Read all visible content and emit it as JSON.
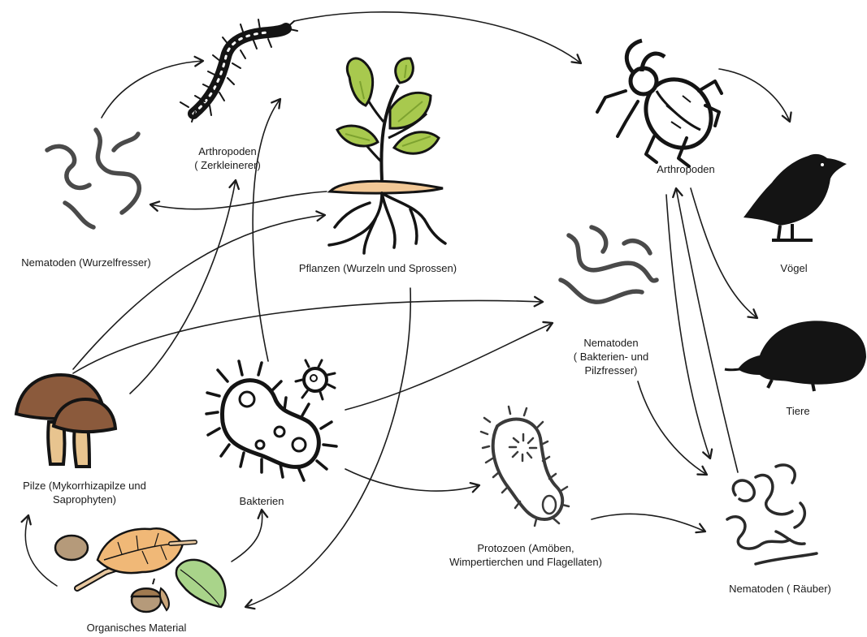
{
  "nodes": {
    "arthropods_shredders": {
      "lines": [
        "Arthropoden",
        "( Zerkleinerer)"
      ]
    },
    "nematodes_root": {
      "lines": [
        "Nematoden (Wurzelfresser)"
      ]
    },
    "plants": {
      "lines": [
        "Pflanzen (Wurzeln und Sprossen)"
      ]
    },
    "arthropods": {
      "lines": [
        "Arthropoden"
      ]
    },
    "birds": {
      "lines": [
        "Vögel"
      ]
    },
    "animals": {
      "lines": [
        "Tiere"
      ]
    },
    "nematodes_bacteria_fungi": {
      "lines": [
        "Nematoden",
        "( Bakterien- und",
        "Pilzfresser)"
      ]
    },
    "fungi": {
      "lines": [
        "Pilze (Mykorrhizapilze und",
        "Saprophyten)"
      ]
    },
    "bacteria": {
      "lines": [
        "Bakterien"
      ]
    },
    "protozoa": {
      "lines": [
        "Protozoen (Amöben,",
        "Wimpertierchen und Flagellaten)"
      ]
    },
    "nematodes_predator": {
      "lines": [
        "Nematoden ( Räuber)"
      ]
    },
    "organic_material": {
      "lines": [
        "Organisches Material"
      ]
    }
  },
  "icons": {
    "arthropods_shredders": "centipede-icon",
    "nematodes_root": "nematode-worms-icon",
    "plants": "plant-with-roots-icon",
    "arthropods": "beetle-icon",
    "birds": "bird-silhouette-icon",
    "animals": "mole-silhouette-icon",
    "nematodes_bacteria_fungi": "nematode-worms-icon",
    "fungi": "mushrooms-icon",
    "bacteria": "bacteria-icon",
    "protozoa": "protozoa-icon",
    "nematodes_predator": "nematode-worms-icon",
    "organic_material": "leaves-and-acorns-icon"
  },
  "colors": {
    "leaf_green": "#a8c94e",
    "leaf_dark": "#7ea330",
    "soil": "#f2c896",
    "mushroom_cap": "#8b5a3c",
    "mushroom_stem": "#e8c48f",
    "dry_leaf": "#f0b877",
    "fresh_leaf": "#a9d48a",
    "nut": "#b59a7a",
    "ink": "#141414",
    "worm_gray": "#4a4a4a"
  },
  "edges": [
    {
      "from": "organic_material",
      "to": "fungi"
    },
    {
      "from": "organic_material",
      "to": "bacteria"
    },
    {
      "from": "nematodes_root",
      "to": "arthropods_shredders"
    },
    {
      "from": "plants",
      "to": "nematodes_root"
    },
    {
      "from": "arthropods_shredders",
      "to": "arthropods"
    },
    {
      "from": "fungi",
      "to": "plants"
    },
    {
      "from": "fungi",
      "to": "arthropods_shredders"
    },
    {
      "from": "fungi",
      "to": "nematodes_bacteria_fungi"
    },
    {
      "from": "bacteria",
      "to": "arthropods_shredders"
    },
    {
      "from": "bacteria",
      "to": "nematodes_bacteria_fungi"
    },
    {
      "from": "bacteria",
      "to": "protozoa"
    },
    {
      "from": "plants",
      "to": "organic_material"
    },
    {
      "from": "arthropods",
      "to": "birds"
    },
    {
      "from": "arthropods",
      "to": "animals"
    },
    {
      "from": "nematodes_bacteria_fungi",
      "to": "nematodes_predator"
    },
    {
      "from": "protozoa",
      "to": "nematodes_predator"
    },
    {
      "from": "nematodes_predator",
      "to": "arthropods"
    },
    {
      "from": "arthropods",
      "to": "nematodes_predator"
    }
  ]
}
